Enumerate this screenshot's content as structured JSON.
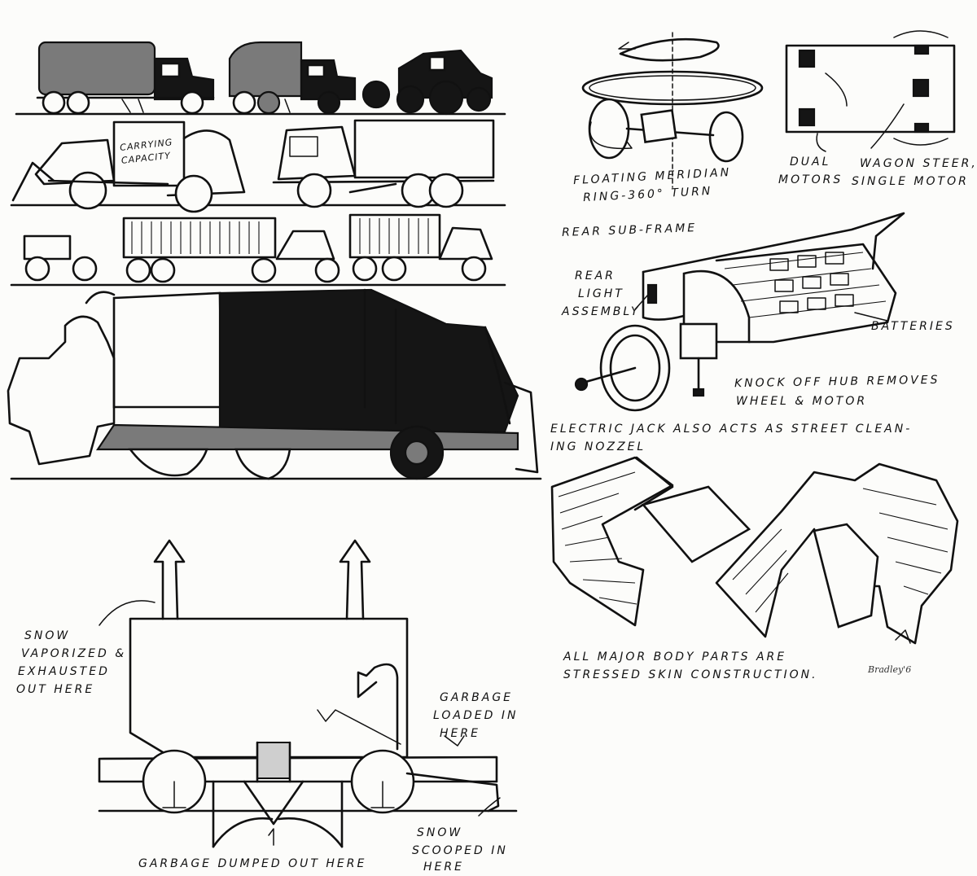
{
  "labels": {
    "carrying_capacity": "CARRYING CAPACITY",
    "floating_ring_line1": "FLOATING MERIDIAN",
    "floating_ring_line2": "RING-360° TURN",
    "dual_motors_line1": "DUAL",
    "dual_motors_line2": "MOTORS",
    "wagon_steer_line1": "WAGON STEER,",
    "wagon_steer_line2": "SINGLE MOTOR",
    "rear_sub_frame": "REAR SUB-FRAME",
    "rear_light_line1": "REAR",
    "rear_light_line2": "LIGHT",
    "rear_light_line3": "ASSEMBLY",
    "batteries": "BATTERIES",
    "knock_off_line1": "KNOCK OFF HUB REMOVES",
    "knock_off_line2": "WHEEL & MOTOR",
    "electric_jack_line1": "ELECTRIC JACK ALSO ACTS AS STREET CLEAN-",
    "electric_jack_line2": "ING NOZZEL",
    "stressed_skin_line1": "ALL MAJOR BODY PARTS ARE",
    "stressed_skin_line2": "STRESSED SKIN CONSTRUCTION.",
    "snow_vaporized_line1": "SNOW",
    "snow_vaporized_line2": "VAPORIZED &",
    "snow_vaporized_line3": "EXHAUSTED",
    "snow_vaporized_line4": "OUT HERE",
    "garbage_loaded_line1": "GARBAGE",
    "garbage_loaded_line2": "LOADED IN",
    "garbage_loaded_line3": "HERE",
    "snow_scooped_line1": "SNOW",
    "snow_scooped_line2": "SCOOPED IN",
    "snow_scooped_line3": "HERE",
    "garbage_dumped": "GARBAGE DUMPED OUT HERE",
    "signature": "Bradley'6"
  },
  "colors": {
    "paper": "#fcfcfa",
    "ink": "#111111",
    "marker_grey": "#7a7a7a"
  }
}
